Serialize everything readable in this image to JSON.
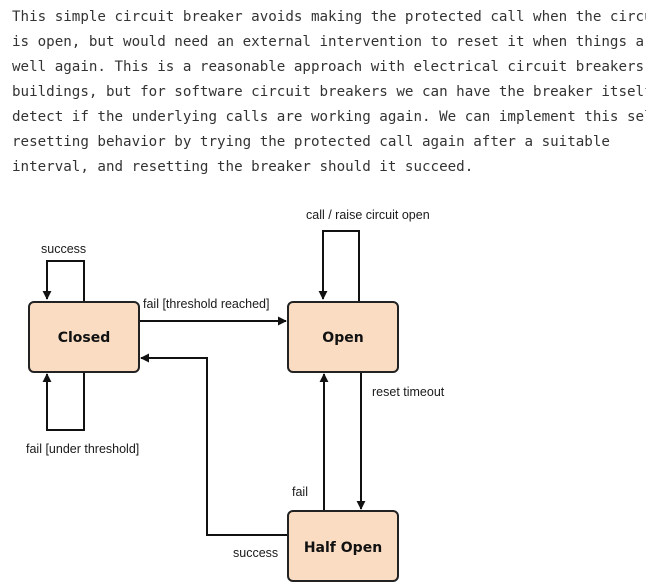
{
  "text": {
    "lines": [
      "This simple circuit breaker avoids making the protected call when the circuit",
      "is open, but would need an external intervention to reset it when things are",
      "well again. This is a reasonable approach with electrical circuit breakers in",
      "buildings, but for software circuit breakers we can have the breaker itself",
      "detect if the underlying calls are working again. We can implement this self-",
      "resetting behavior by trying the protected call again after a suitable",
      "interval, and resetting the breaker should it succeed."
    ]
  },
  "diagram": {
    "states": {
      "closed": "Closed",
      "open": "Open",
      "half_open": "Half Open"
    },
    "transitions": {
      "closed_self": "success",
      "closed_to_open": "fail [threshold reached]",
      "closed_fail_under": "fail [under threshold]",
      "open_self": "call / raise circuit open",
      "open_to_half": "reset timeout",
      "half_to_open": "fail",
      "half_to_closed": "success"
    },
    "colors": {
      "state_fill": "#f9dcc2",
      "stroke": "#222222"
    }
  }
}
